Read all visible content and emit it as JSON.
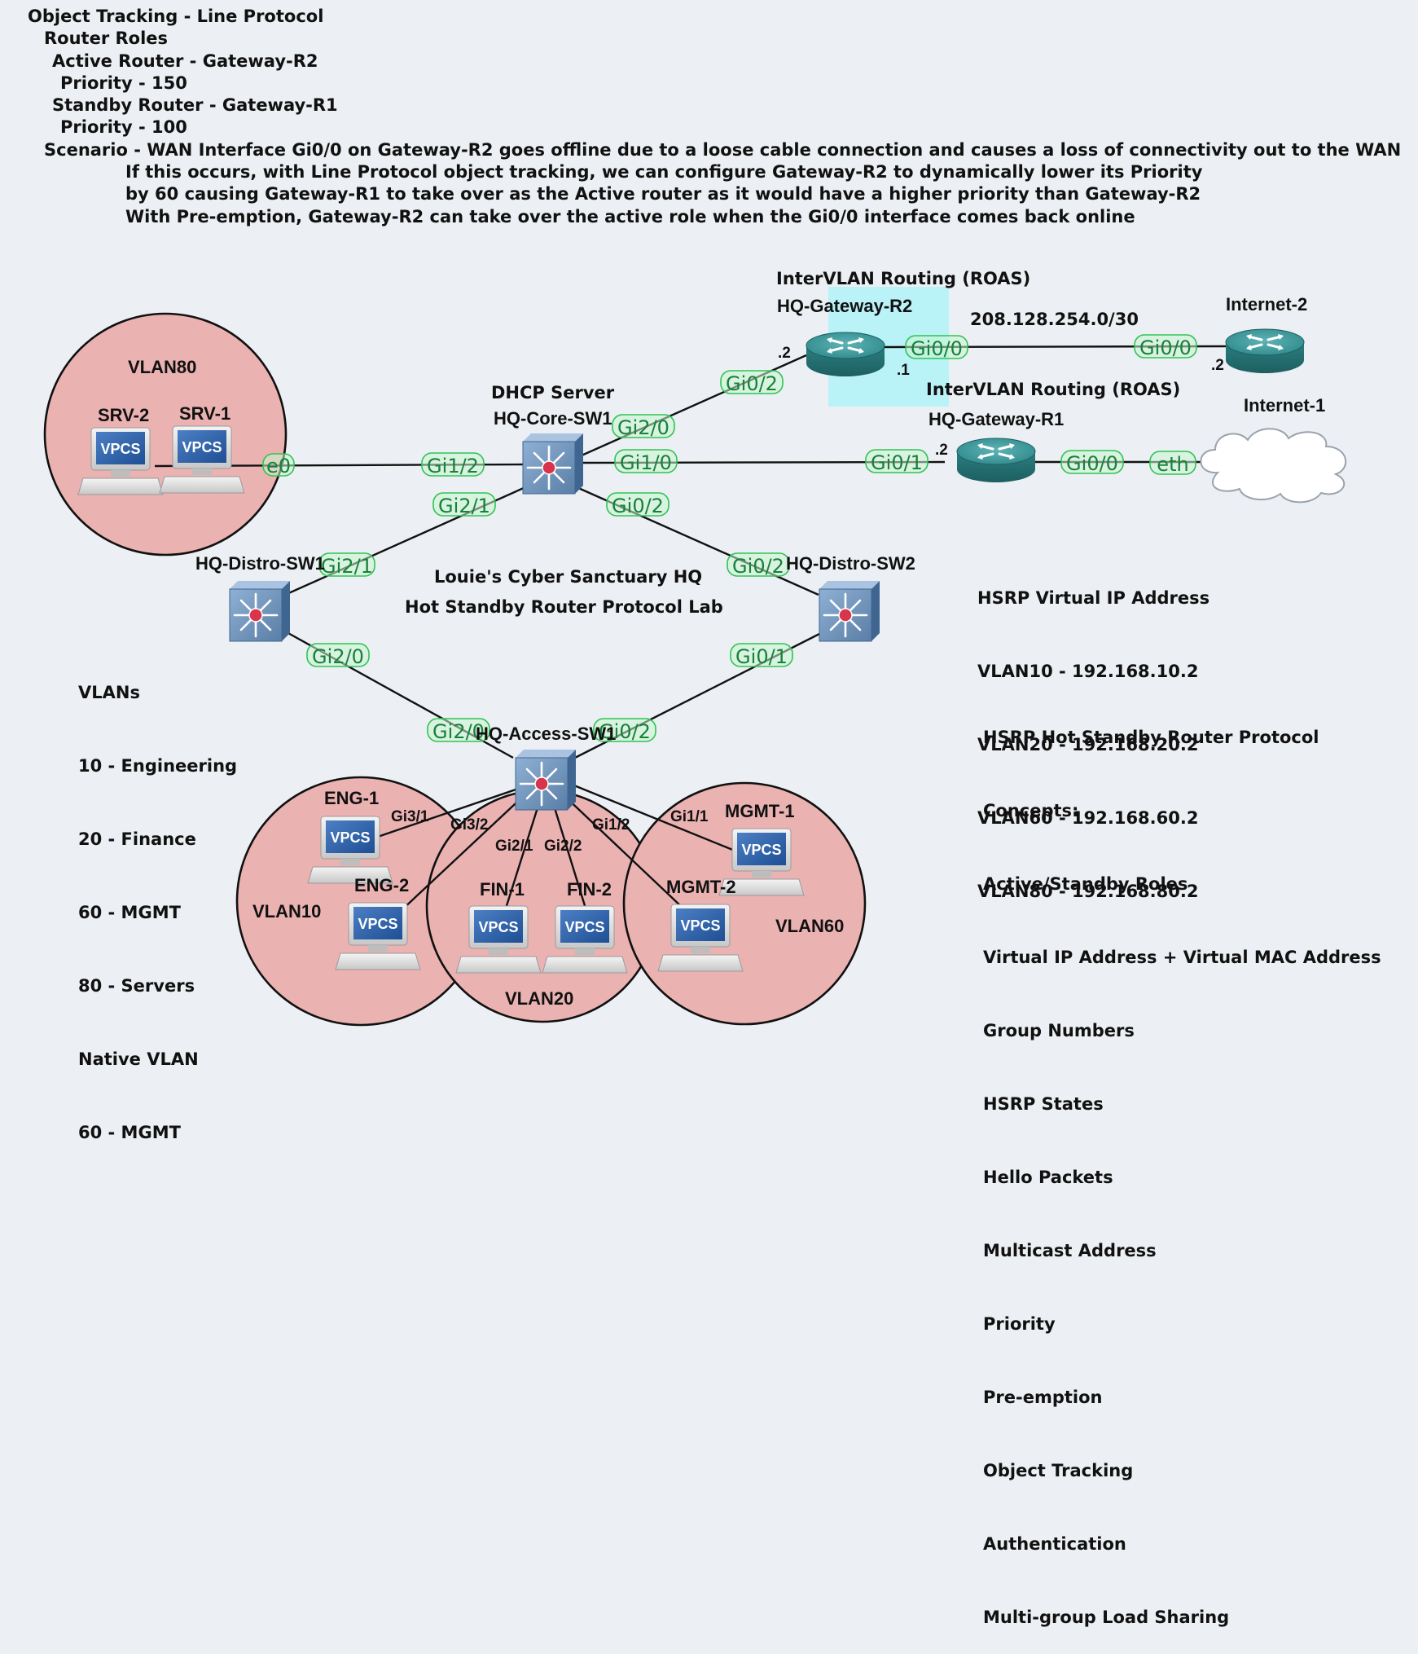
{
  "notes": {
    "header": [
      {
        "text": "Object Tracking - Line Protocol",
        "indent": 0
      },
      {
        "text": "Router Roles",
        "indent": 1
      },
      {
        "text": "Active Router - Gateway-R2",
        "indent": 2
      },
      {
        "text": "Priority - 150",
        "indent": 3
      },
      {
        "text": "Standby Router - Gateway-R1",
        "indent": 2
      },
      {
        "text": "Priority - 100",
        "indent": 3
      },
      {
        "text": "Scenario - WAN Interface Gi0/0 on Gateway-R2 goes offline due to a loose cable connection and causes a loss of connectivity out to the WAN",
        "indent": 1
      },
      {
        "text": "If this occurs, with Line Protocol object tracking, we can configure Gateway-R2 to dynamically lower its Priority",
        "indent": 4
      },
      {
        "text": "by 60 causing Gateway-R1 to take over as the Active router as it would have a higher priority than Gateway-R2",
        "indent": 4
      },
      {
        "text": "With Pre-emption, Gateway-R2 can take over the active role when the Gi0/0 interface comes back online",
        "indent": 4
      }
    ],
    "vlans": [
      "VLANs",
      "  10 - Engineering",
      "  20 - Finance",
      "  60 - MGMT",
      "  80 - Servers",
      "Native VLAN",
      "  60 - MGMT"
    ],
    "hsrp_vip": [
      "HSRP Virtual IP Address",
      "  VLAN10 - 192.168.10.2",
      "  VLAN20 - 192.168.20.2",
      "  VLAN60 - 192.168.60.2",
      "  VLAN80 - 192.168.80.2"
    ],
    "concepts": [
      "HSRP Hot Standby Router Protocol",
      "Concepts:",
      "  Active/Standby Roles",
      "  Virtual IP Address + Virtual MAC Address",
      "  Group Numbers",
      "  HSRP States",
      "  Hello Packets",
      "  Multicast Address",
      "  Priority",
      "  Pre-emption",
      "  Object Tracking",
      "  Authentication",
      "  Multi-group Load Sharing"
    ],
    "lab_title_1": "Louie's Cyber Sanctuary HQ",
    "lab_title_2": "Hot Standby Router Protocol Lab",
    "roas_r2": "InterVLAN Routing (ROAS)",
    "roas_r1": "InterVLAN Routing (ROAS)",
    "wan_subnet": "208.128.254.0/30"
  },
  "vlan_zones": [
    "VLAN80",
    "VLAN10",
    "VLAN20",
    "VLAN60"
  ],
  "nodes": {
    "core": {
      "name": "HQ-Core-SW1",
      "role": "DHCP Server"
    },
    "distro1": {
      "name": "HQ-Distro-SW1"
    },
    "distro2": {
      "name": "HQ-Distro-SW2"
    },
    "access": {
      "name": "HQ-Access-SW1"
    },
    "r2": {
      "name": "HQ-Gateway-R2"
    },
    "r1": {
      "name": "HQ-Gateway-R1"
    },
    "inet2": {
      "name": "Internet-2"
    },
    "inet1": {
      "name": "Internet-1"
    },
    "srv2": {
      "name": "SRV-2"
    },
    "srv1": {
      "name": "SRV-1"
    },
    "eng1": {
      "name": "ENG-1"
    },
    "eng2": {
      "name": "ENG-2"
    },
    "fin1": {
      "name": "FIN-1"
    },
    "fin2": {
      "name": "FIN-2"
    },
    "mgmt1": {
      "name": "MGMT-1"
    },
    "mgmt2": {
      "name": "MGMT-2"
    },
    "vpcs_label": "VPCS"
  },
  "ports": {
    "srv_e0": "e0",
    "core_gi1_2": "Gi1/2",
    "core_gi2_0": "Gi2/0",
    "core_gi1_0": "Gi1/0",
    "core_gi2_1": "Gi2/1",
    "core_gi0_2": "Gi0/2",
    "r2_gi0_2": "Gi0/2",
    "r2_gi0_0": "Gi0/0",
    "inet2_gi0_0": "Gi0/0",
    "r1_gi0_1": "Gi0/1",
    "r1_gi0_0": "Gi0/0",
    "inet1_eth": "eth",
    "d1_gi2_1": "Gi2/1",
    "d1_gi2_0": "Gi2/0",
    "d2_gi0_2": "Gi0/2",
    "d2_gi0_1": "Gi0/1",
    "acc_gi2_0": "Gi2/0",
    "acc_gi0_2": "Gi0/2",
    "acc_gi3_1": "Gi3/1",
    "acc_gi3_2": "Gi3/2",
    "acc_gi2_1": "Gi2/1",
    "acc_gi2_2": "Gi2/2",
    "acc_gi1_2": "Gi1/2",
    "acc_gi1_1": "Gi1/1"
  },
  "addresses": {
    "r2_lan": ".2",
    "r2_wan": ".1",
    "inet2_wan": ".2",
    "r1_lan": ".2"
  },
  "colors": {
    "background": "#eceff3",
    "vlan_zone": "#ebb2b2",
    "roas_highlight": "#b9f2f7",
    "port_label": "#18813a",
    "router": "#2f8a8c",
    "switch": "#6d8fb4",
    "switch_core": "#d8344b"
  },
  "icons": {
    "router": "router-icon",
    "switch": "multilayer-switch-icon",
    "cloud": "cloud-icon",
    "pc": "vpcs-pc-icon"
  }
}
